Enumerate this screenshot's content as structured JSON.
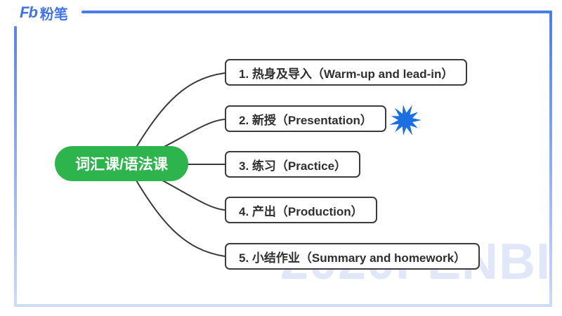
{
  "brand": {
    "logo_mark": "Fb",
    "logo_text": "粉笔"
  },
  "watermark": {
    "text": "2020FENBI"
  },
  "mindmap": {
    "root_label": "词汇课/语法课",
    "branches": [
      {
        "label": "1. 热身及导入（Warm-up and lead-in）"
      },
      {
        "label": "2. 新授（Presentation）",
        "starred": true
      },
      {
        "label": "3. 练习（Practice）"
      },
      {
        "label": "4. 产出（Production）"
      },
      {
        "label": "5. 小结作业（Summary and homework）"
      }
    ],
    "star_icon": "blue-starburst"
  },
  "colors": {
    "brand_blue": "#4273e8",
    "frame_top_blue": "#4a7ce8",
    "frame_light_blue": "#cfdaf4",
    "root_green": "#2db44d",
    "star_blue": "#1b6fe0",
    "connector_dark": "#3a3a3a",
    "watermark_blue": "#e0e7f8"
  }
}
